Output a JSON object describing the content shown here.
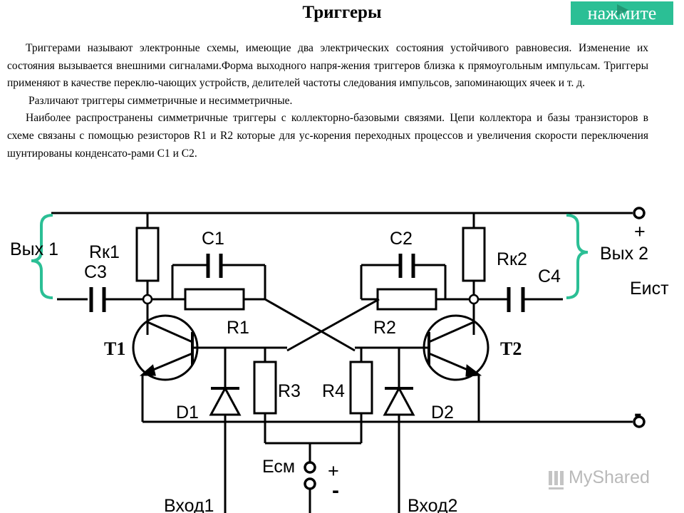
{
  "header": {
    "title": "Триггеры",
    "button_label": "нажмите"
  },
  "text": {
    "p1": "Триггерами называют электронные схемы, имеющие два электрических состояния устойчивого равновесия. Изменение их состояния вызывается внешними сигналами.Форма выходного напря-жения триггеров близка к прямоугольным импульсам. Триггеры применяют в качестве переклю-чающих устройств, делителей частоты следования импульсов, запоминающих ячеек и т. д.",
    "p2": "Различают триггеры симметричные и несимметричные.",
    "p3": "Наиболее распространены симметричные триггеры с коллекторно-базовыми связями. Цепи коллектора и базы транзисторов в схеме связаны с помощью резисторов R1 и R2 которые для ус-корения переходных процессов и увеличения скорости переключения шунтированы конденсато-рами С1 и С2."
  },
  "circuit": {
    "labels": {
      "out1": "Вых 1",
      "out2": "Вых 2",
      "rk1": "Rк1",
      "rk2": "Rк2",
      "c1": "C1",
      "c2": "C2",
      "c3": "C3",
      "c4": "C4",
      "r1": "R1",
      "r2": "R2",
      "r3": "R3",
      "r4": "R4",
      "t1": "T1",
      "t2": "T2",
      "d1": "D1",
      "d2": "D2",
      "e_source": "Еист",
      "e_bias": "Есм",
      "plus_top": "+",
      "minus_right": "-",
      "plus_bias": "+",
      "minus_bias": "-",
      "in1": "Вход1",
      "in2": "Вход2"
    },
    "colors": {
      "wire": "#000000",
      "brace": "#2bbf95"
    }
  },
  "watermark": {
    "text": "MyShared"
  }
}
